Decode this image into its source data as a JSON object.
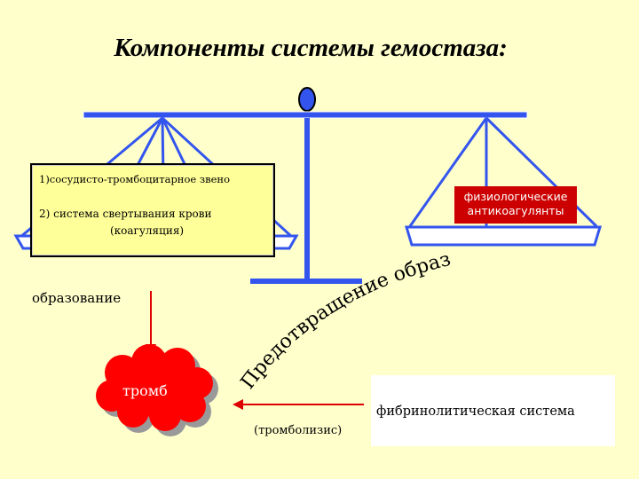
{
  "title": "Компоненты системы гемостаза:",
  "left_pan": {
    "line1": "1)сосудисто-тромбоцитарное звено",
    "line2": "2) система свертывания крови",
    "line3": "(коагуляция)"
  },
  "right_pan": {
    "line1": "физиологические",
    "line2": "антикоагулянты"
  },
  "formation_label": "образование",
  "clot_label": "тромб",
  "prevention_label": "Предотвращение образования",
  "thrombolysis_label": "(тромболизис)",
  "fibrinolytic_label": "фибринолитическая система",
  "colors": {
    "background": "#ffffcc",
    "scale_blue": "#3355ee",
    "clot_red": "#ff0000",
    "arrow_red": "#dd0000",
    "antico_box": "#cc0000"
  }
}
